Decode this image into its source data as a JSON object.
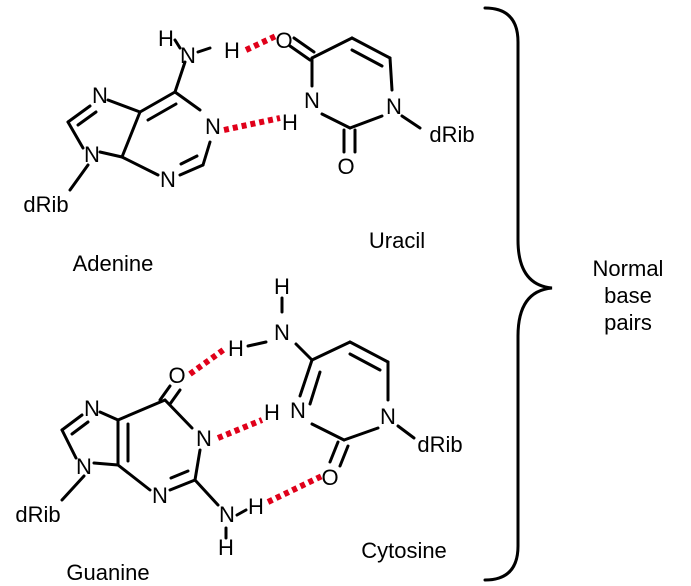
{
  "colors": {
    "bond": "#000000",
    "hydrogen_bond": "#e0001a"
  },
  "molecules": {
    "adenine": {
      "name": "Adenine",
      "atoms": {
        "n7": "N",
        "n9": "N",
        "n1": "N",
        "n3": "N",
        "n6": "N",
        "h6a": "H",
        "h6b": "H",
        "sugar": "dRib"
      }
    },
    "uracil": {
      "name": "Uracil",
      "atoms": {
        "o4": "O",
        "n3": "N",
        "h3": "H",
        "o2": "O",
        "n1": "N",
        "sugar": "dRib"
      }
    },
    "guanine": {
      "name": "Guanine",
      "atoms": {
        "n7": "N",
        "n9": "N",
        "o6": "O",
        "n1": "N",
        "n3": "N",
        "n2": "N",
        "h2a": "H",
        "h2b": "H",
        "sugar": "dRib"
      }
    },
    "cytosine": {
      "name": "Cytosine",
      "atoms": {
        "h4a": "H",
        "h4b": "H",
        "n4": "N",
        "n3": "N",
        "n1": "N",
        "o2": "O",
        "sugar": "dRib"
      }
    }
  },
  "brace_label": [
    "Normal",
    "base",
    "pairs"
  ]
}
